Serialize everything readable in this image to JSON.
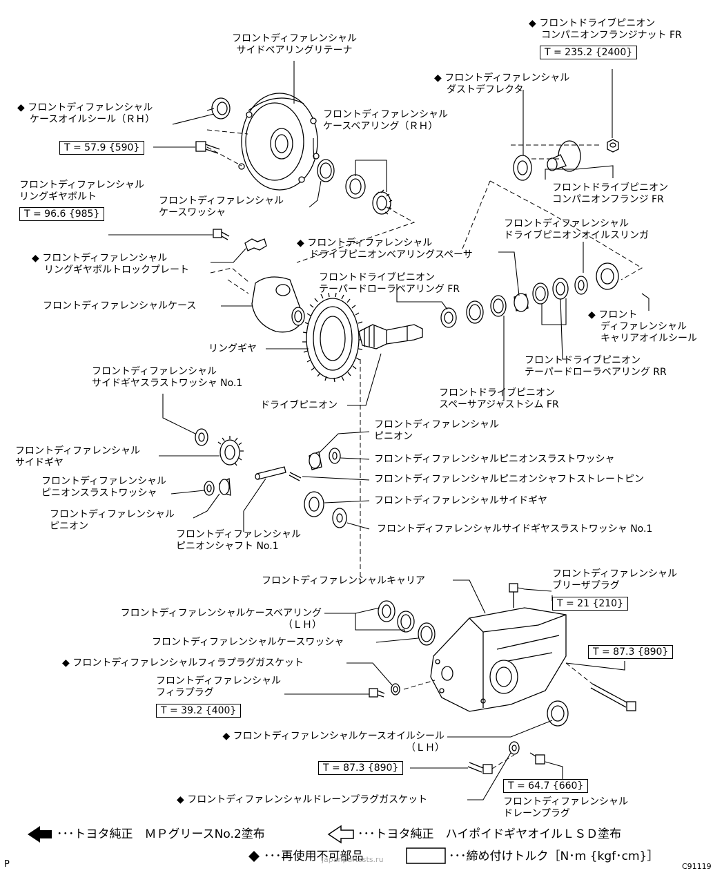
{
  "labels": {
    "side_retainer": [
      "フロントディファレンシャル",
      "サイドベアリングリテーナ"
    ],
    "oil_seal_rh": [
      "◆ フロントディファレンシャル",
      "ケースオイルシール（ＲＨ）"
    ],
    "case_bearing_rh": [
      "フロントディファレンシャル",
      "ケースベアリング（ＲＨ）"
    ],
    "case_washer": [
      "フロントディファレンシャル",
      "ケースワッシャ"
    ],
    "ring_gear_bolt": [
      "フロントディファレンシャル",
      "リングギヤボルト"
    ],
    "lock_plate": [
      "◆ フロントディファレンシャル",
      "リングギヤボルトロックプレート"
    ],
    "diff_case": "フロントディファレンシャルケース",
    "ring_gear": "リングギヤ",
    "side_gear_thrust_washer": [
      "フロントディファレンシャル",
      "サイドギヤスラストワッシャ No.1"
    ],
    "drive_pinion": "ドライブピニオン",
    "side_gear": [
      "フロントディファレンシャル",
      "サイドギヤ"
    ],
    "pinion_thrust_washer": [
      "フロントディファレンシャル",
      "ピニオンスラストワッシャ"
    ],
    "pinion": [
      "フロントディファレンシャル",
      "ピニオン"
    ],
    "pinion_shaft": [
      "フロントディファレンシャル",
      "ピニオンシャフト No.1"
    ],
    "companion_nut": [
      "◆ フロントドライブピニオン",
      "コンパニオンフランジナット FR"
    ],
    "dust_deflector": [
      "◆ フロントディファレンシャル",
      "ダストデフレクタ"
    ],
    "companion_flange": [
      "フロントドライブピニオン",
      "コンパニオンフランジ FR"
    ],
    "oil_slinger": [
      "フロントディファレンシャル",
      "ドライブピニオンオイルスリンガ"
    ],
    "bearing_spacer": [
      "◆ フロントディファレンシャル",
      "ドライブピニオンベアリングスペーサ"
    ],
    "taper_bearing_fr": [
      "フロントドライブピニオン",
      "テーパードローラベアリング FR"
    ],
    "carrier_oil_seal": [
      "◆ フロント",
      "ディファレンシャル",
      "キャリアオイルシール"
    ],
    "taper_bearing_rr": [
      "フロントドライブピニオン",
      "テーパードローラベアリング RR"
    ],
    "spacer_shim": [
      "フロントドライブピニオン",
      "スペーサアジャストシム FR"
    ],
    "r_pinion": [
      "フロントディファレンシャル",
      "ピニオン"
    ],
    "r_pinion_washer": "フロントディファレンシャルピニオンスラストワッシャ",
    "r_straight_pin": "フロントディファレンシャルピニオンシャフトストレートピン",
    "r_side_gear": "フロントディファレンシャルサイドギヤ",
    "r_side_washer": "フロントディファレンシャルサイドギヤスラストワッシャ No.1",
    "carrier": "フロントディファレンシャルキャリア",
    "breather_plug": [
      "フロントディファレンシャル",
      "ブリーザプラグ"
    ],
    "case_bearing_lh": [
      "フロントディファレンシャルケースベアリング",
      "（ＬＨ）"
    ],
    "case_washer_lh": "フロントディファレンシャルケースワッシャ",
    "filler_gasket": "◆ フロントディファレンシャルフィラプラグガスケット",
    "filler_plug": [
      "フロントディファレンシャル",
      "フィラプラグ"
    ],
    "oil_seal_lh": [
      "◆ フロントディファレンシャルケースオイルシール",
      "（ＬＨ）"
    ],
    "drain_gasket": "◆ フロントディファレンシャルドレーンプラグガスケット",
    "drain_plug": [
      "フロントディファレンシャル",
      "ドレーンプラグ"
    ]
  },
  "torques": {
    "companion_nut": "T = 235.2 {2400}",
    "retainer_bolt": "T = 57.9 {590}",
    "ring_gear_bolt": "T = 96.6 {985}",
    "breather_plug": "T = 21 {210}",
    "carrier_bolt": "T = 87.3 {890}",
    "filler_plug": "T = 39.2 {400}",
    "carrier_bolt_lower": "T = 87.3 {890}",
    "drain_plug": "T = 64.7 {660}"
  },
  "legend": {
    "grease": "･･･トヨタ純正　ＭＰグリースNo.2塗布",
    "oil": "･･･トヨタ純正　ハイポイドギヤオイルＬＳＤ塗布",
    "non_reusable": "･･･再使用不可部品",
    "torque_box": "･･･締め付けトルク［N･m {kgf･cm}］"
  },
  "footer": {
    "corner_letter": "P",
    "figure_code": "C91119",
    "watermark": "japanpartssts.ru"
  },
  "colors": {
    "ink": "#000000",
    "paper": "#ffffff"
  }
}
